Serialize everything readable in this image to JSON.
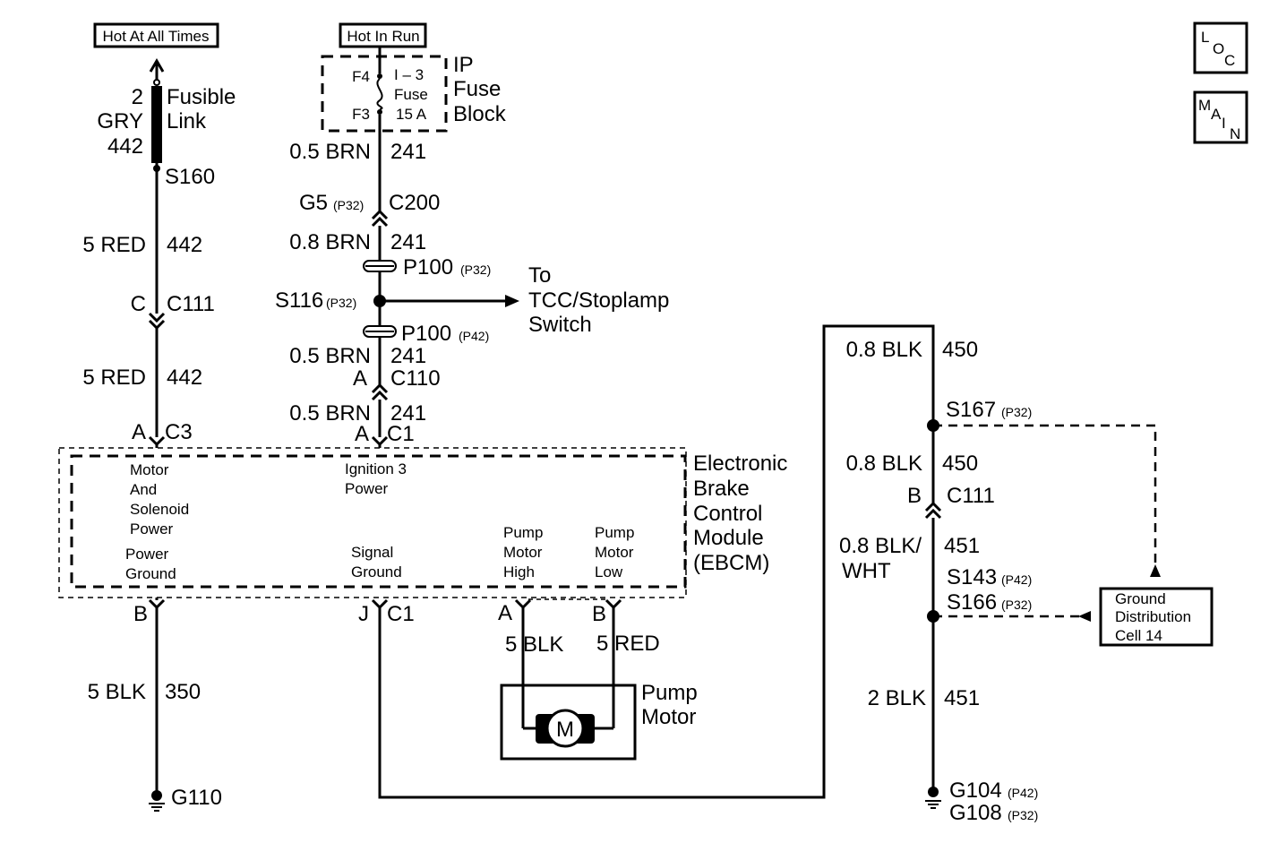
{
  "power": {
    "hot_at_all_times": "Hot At All Times",
    "hot_in_run": "Hot In Run"
  },
  "nav": {
    "loc": [
      "L",
      "O",
      "C"
    ],
    "main": [
      "M",
      "A",
      "I",
      "N"
    ]
  },
  "fuse_block": {
    "pin_top": "F4",
    "pin_bottom": "F3",
    "fuse_line1": "I – 3",
    "fuse_line2": "Fuse",
    "fuse_line3": "15 A",
    "title_line1": "IP",
    "title_line2": "Fuse",
    "title_line3": "Block"
  },
  "left_circuit": {
    "fusible_size": "2",
    "fusible_color": "GRY",
    "fusible_circuit": "442",
    "fusible_line1": "Fusible",
    "fusible_line2": "Link",
    "splice": "S160",
    "wire1_label": "5 RED",
    "wire1_circuit": "442",
    "conn1_pin": "C",
    "conn1_name": "C111",
    "wire2_label": "5 RED",
    "wire2_circuit": "442",
    "conn2_pin": "A",
    "conn2_name": "C3"
  },
  "mid_circuit": {
    "wire1_label": "0.5 BRN",
    "wire1_circuit": "241",
    "conn_g5": "G5",
    "conn_g5_note": "(P32)",
    "conn_c200": "C200",
    "wire2_label": "0.8 BRN",
    "wire2_circuit": "241",
    "p100_top": "P100",
    "p100_top_note": "(P32)",
    "splice": "S116",
    "splice_note": "(P32)",
    "p100_bottom": "P100",
    "p100_bottom_note": "(P42)",
    "wire3_label": "0.5 BRN",
    "wire3_circuit": "241",
    "c110_pin": "A",
    "c110_name": "C110",
    "wire4_label": "0.5 BRN",
    "wire4_circuit": "241",
    "c1_pin": "A",
    "c1_name": "C1",
    "to_line1": "To",
    "to_line2": "TCC/Stoplamp",
    "to_line3": "Switch"
  },
  "ebcm": {
    "title_line1": "Electronic",
    "title_line2": "Brake",
    "title_line3": "Control",
    "title_line4": "Module",
    "title_line5": "(EBCM)",
    "motor_power": [
      "Motor",
      "And",
      "Solenoid",
      "Power"
    ],
    "ignition_power": [
      "Ignition 3",
      "Power"
    ],
    "power_ground": [
      "Power",
      "Ground"
    ],
    "signal_ground": [
      "Signal",
      "Ground"
    ],
    "pump_high": [
      "Pump",
      "Motor",
      "High"
    ],
    "pump_low": [
      "Pump",
      "Motor",
      "Low"
    ]
  },
  "bottom": {
    "b_pin": "B",
    "wire_label": "5 BLK",
    "wire_circuit": "350",
    "ground": "G110",
    "j_pin": "J",
    "c1_name": "C1",
    "pump_a_pin": "A",
    "pump_b_pin": "B",
    "pump_wire_a": "5 BLK",
    "pump_wire_b": "5 RED",
    "motor_symbol": "M",
    "pump_title_line1": "Pump",
    "pump_title_line2": "Motor"
  },
  "right_circuit": {
    "wire1_label": "0.8 BLK",
    "wire1_circuit": "450",
    "s167": "S167",
    "s167_note": "(P32)",
    "wire2_label": "0.8 BLK",
    "wire2_circuit": "450",
    "c111_pin": "B",
    "c111_name": "C111",
    "wire3_label_line1": "0.8 BLK/",
    "wire3_label_line2": "WHT",
    "wire3_circuit": "451",
    "s143": "S143",
    "s143_note": "(P42)",
    "s166": "S166",
    "s166_note": "(P32)",
    "wire4_label": "2 BLK",
    "wire4_circuit": "451",
    "g104": "G104",
    "g104_note": "(P42)",
    "g108": "G108",
    "g108_note": "(P32)",
    "gdc_line1": "Ground",
    "gdc_line2": "Distribution",
    "gdc_line3": "Cell 14"
  }
}
